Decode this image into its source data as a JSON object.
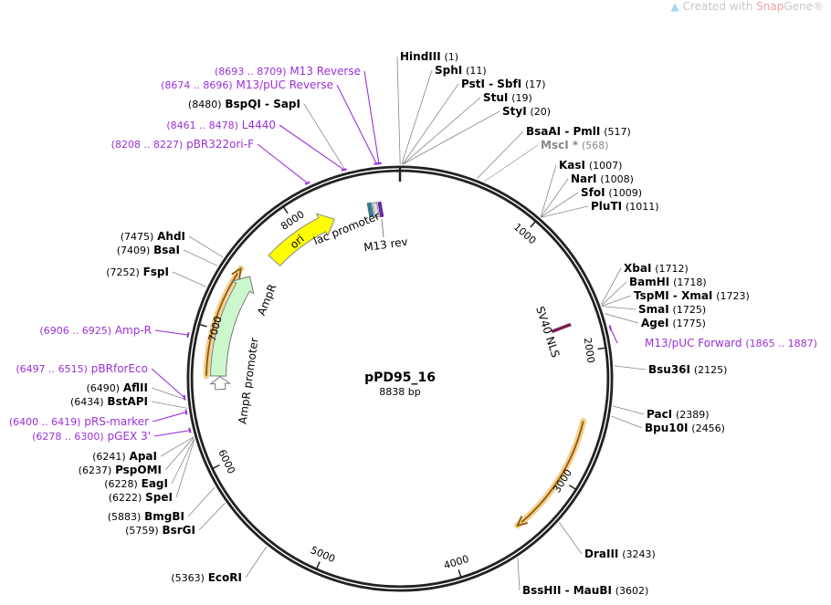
{
  "credit": {
    "prefix": "Created with ",
    "brand": "Snap",
    "brand2": "Gene®"
  },
  "plasmid": {
    "name": "pPD95_16",
    "length_label": "8838 bp",
    "length": 8838
  },
  "ticks": [
    1000,
    2000,
    3000,
    4000,
    5000,
    6000,
    7000,
    8000
  ],
  "enzymes": [
    {
      "name": "HindIII",
      "pos": "(1)",
      "bp": 1
    },
    {
      "name": "SphI",
      "pos": "(11)",
      "bp": 11
    },
    {
      "name": "PstI  - SbfI",
      "pos": "(17)",
      "bp": 17
    },
    {
      "name": "StuI",
      "pos": "(19)",
      "bp": 19
    },
    {
      "name": "StyI",
      "pos": "(20)",
      "bp": 20
    },
    {
      "name": "BsaAI  - PmlI",
      "pos": "(517)",
      "bp": 517
    },
    {
      "name": "MscI *",
      "pos": "(568)",
      "bp": 568,
      "dim": true
    },
    {
      "name": "KasI",
      "pos": "(1007)",
      "bp": 1007
    },
    {
      "name": "NarI",
      "pos": "(1008)",
      "bp": 1008
    },
    {
      "name": "SfoI",
      "pos": "(1009)",
      "bp": 1009
    },
    {
      "name": "PluTI",
      "pos": "(1011)",
      "bp": 1011
    },
    {
      "name": "XbaI",
      "pos": "(1712)",
      "bp": 1712
    },
    {
      "name": "BamHI",
      "pos": "(1718)",
      "bp": 1718
    },
    {
      "name": "TspMI  - XmaI",
      "pos": "(1723)",
      "bp": 1723
    },
    {
      "name": "SmaI",
      "pos": "(1725)",
      "bp": 1725
    },
    {
      "name": "AgeI",
      "pos": "(1775)",
      "bp": 1775
    },
    {
      "name": "Bsu36I",
      "pos": "(2125)",
      "bp": 2125
    },
    {
      "name": "PacI",
      "pos": "(2389)",
      "bp": 2389
    },
    {
      "name": "Bpu10I",
      "pos": "(2456)",
      "bp": 2456
    },
    {
      "name": "DraIII",
      "pos": "(3243)",
      "bp": 3243
    },
    {
      "name": "BssHII - MauBI",
      "pos": "(3602)",
      "bp": 3602
    },
    {
      "name": "EcoRI",
      "pos": "(5363)",
      "bp": 5363
    },
    {
      "name": "BsrGI",
      "pos": "(5759)",
      "bp": 5759
    },
    {
      "name": "BmgBI",
      "pos": "(5883)",
      "bp": 5883
    },
    {
      "name": "SpeI",
      "pos": "(6222)",
      "bp": 6222
    },
    {
      "name": "EagI",
      "pos": "(6228)",
      "bp": 6228
    },
    {
      "name": "PspOMI",
      "pos": "(6237)",
      "bp": 6237
    },
    {
      "name": "ApaI",
      "pos": "(6241)",
      "bp": 6241
    },
    {
      "name": "BstAPI",
      "pos": "(6434)",
      "bp": 6434
    },
    {
      "name": "AflII",
      "pos": "(6490)",
      "bp": 6490
    },
    {
      "name": "FspI",
      "pos": "(7252)",
      "bp": 7252
    },
    {
      "name": "BsaI",
      "pos": "(7409)",
      "bp": 7409
    },
    {
      "name": "AhdI",
      "pos": "(7475)",
      "bp": 7475
    },
    {
      "name": "BspQI  - SapI",
      "pos": "(8480)",
      "bp": 8480
    }
  ],
  "primers": [
    {
      "name": "M13/pUC Forward",
      "range": "(1865 .. 1887)",
      "bp": 1876
    },
    {
      "name": "pGEX 3'",
      "range": "(6278 .. 6300)",
      "bp": 6289
    },
    {
      "name": "pRS-marker",
      "range": "(6400 .. 6419)",
      "bp": 6410
    },
    {
      "name": "pBRforEco",
      "range": "(6497 .. 6515)",
      "bp": 6506
    },
    {
      "name": "Amp-R",
      "range": "(6906 .. 6925)",
      "bp": 6915
    },
    {
      "name": "pBR322ori-F",
      "range": "(8208 .. 8227)",
      "bp": 8217
    },
    {
      "name": "L4440",
      "range": "(8461 .. 8478)",
      "bp": 8470
    },
    {
      "name": "M13/pUC Reverse",
      "range": "(8674 .. 8696)",
      "bp": 8685
    },
    {
      "name": "M13 Reverse",
      "range": "(8693 .. 8709)",
      "bp": 8701
    }
  ],
  "features": {
    "ori": {
      "label": "ori",
      "start": 7690,
      "end": 8290,
      "color": "#ffff00"
    },
    "ampr": {
      "label": "AmpR",
      "start": 6650,
      "end": 7470,
      "color": "#ccf7cc"
    },
    "ampr_promoter": {
      "label": "AmpR promoter",
      "start": 6545,
      "end": 6645
    },
    "lac_promoter": {
      "label": "lac promoter"
    },
    "m13_rev": {
      "label": "M13 rev"
    },
    "sv40_nls": {
      "label": "SV40 NLS",
      "color": "#7a2050"
    },
    "orf_left": {
      "start": 6650,
      "end": 7480
    },
    "orf_right": {
      "start": 2530,
      "end": 3470
    }
  },
  "colors": {
    "primer": "#9b30d9",
    "backbone": "#222222",
    "orf": "#f5cf8a"
  }
}
